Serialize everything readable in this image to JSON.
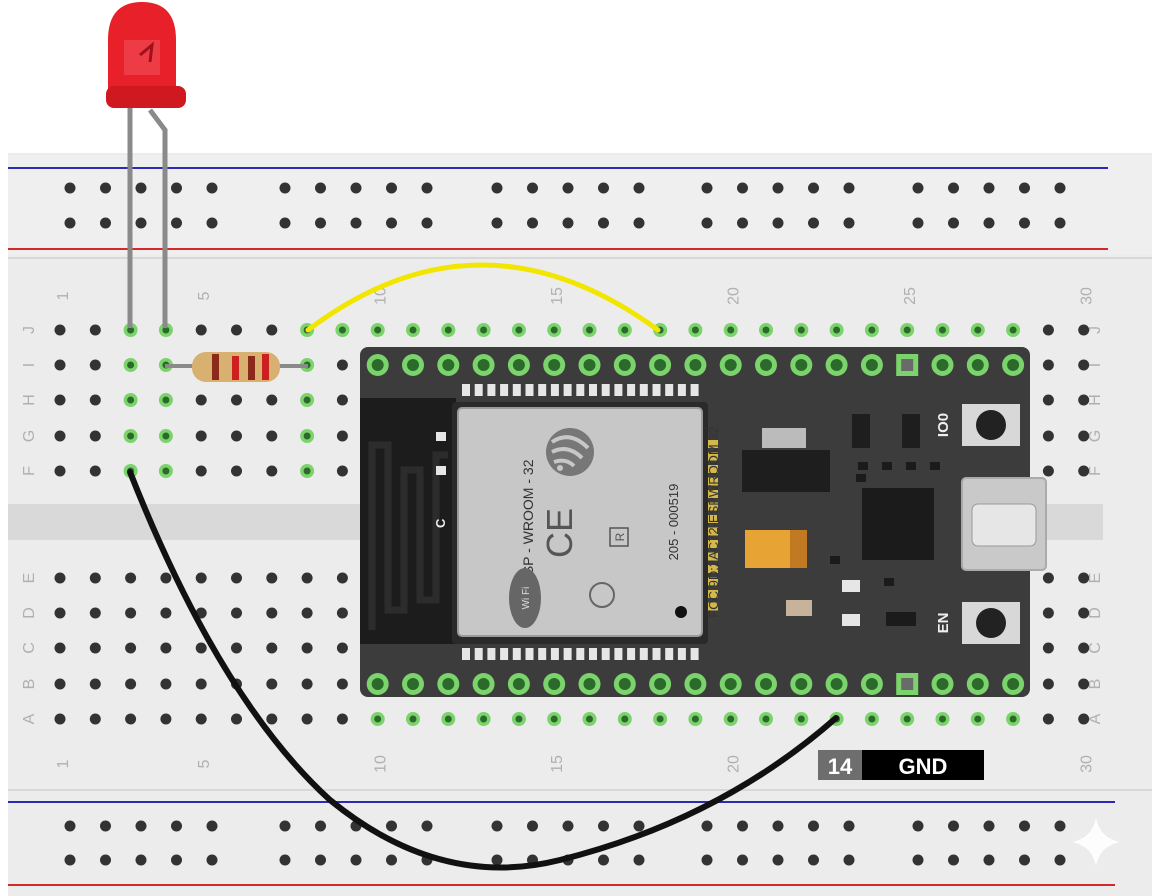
{
  "breadboard": {
    "column_labels_top": [
      "1",
      "5",
      "10",
      "15",
      "20",
      "25",
      "30"
    ],
    "column_labels_bottom": [
      "1",
      "5",
      "10",
      "15",
      "20",
      "25",
      "30"
    ],
    "row_labels_upper": [
      "J",
      "I",
      "H",
      "G",
      "F"
    ],
    "row_labels_lower": [
      "E",
      "D",
      "C",
      "B",
      "A"
    ],
    "rail_colors": {
      "red": "#d62828",
      "blue": "#2a2ab8"
    }
  },
  "esp32": {
    "module_name": "ESP - WROOM - 32",
    "fcc_id": "FCC 9D:2AC72-ESPWROOM 32",
    "cert_number": "205 - 000519",
    "r_mark": "R",
    "ce_mark": "CE",
    "wifi_mark": "Wi Fi",
    "antenna_label": "C",
    "button_io0_label": "IO0",
    "button_en_label": "EN"
  },
  "pin_callout": {
    "pin_number": "14",
    "pin_name": "GND"
  },
  "components": {
    "led_color": "#e8202a",
    "jumper_yellow_color": "#f2e600",
    "jumper_black_color": "#111111"
  }
}
